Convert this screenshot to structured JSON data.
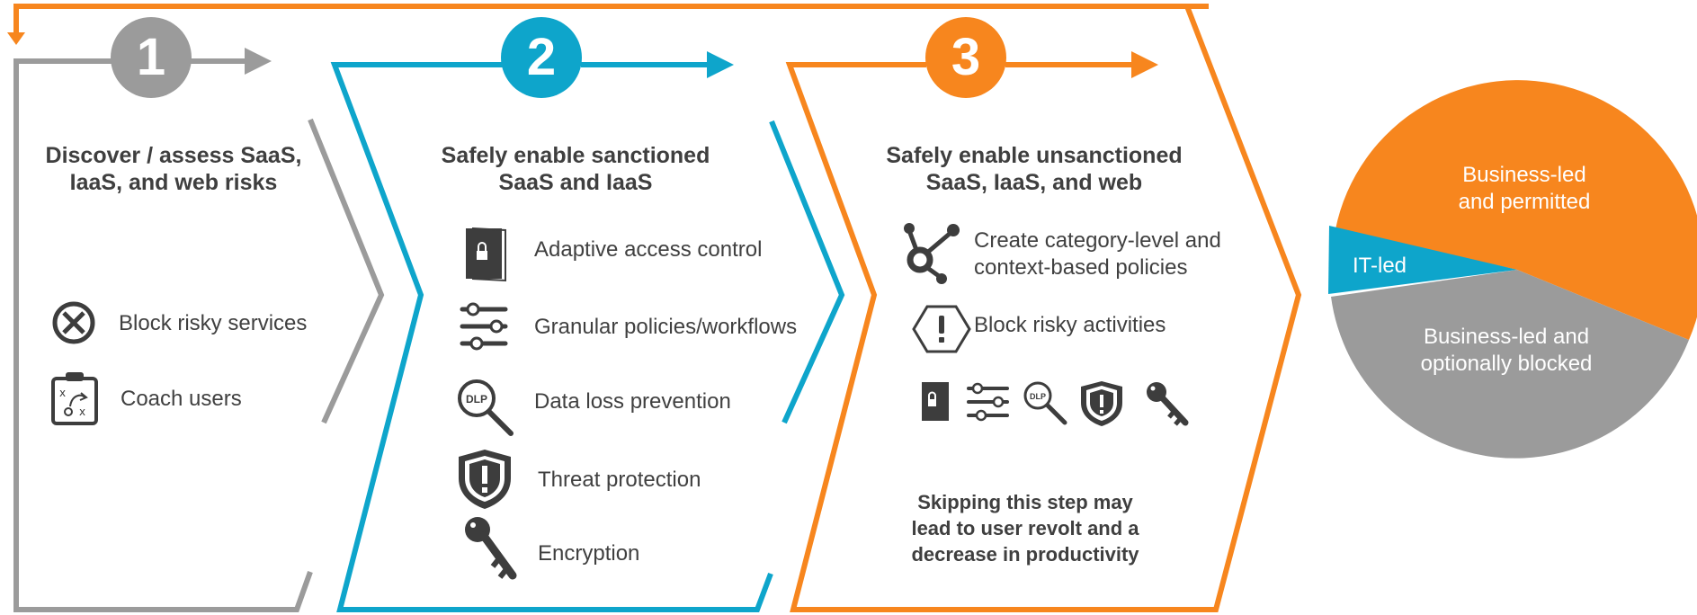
{
  "colors": {
    "step1": "#9b9b9b",
    "step2": "#0ea5cb",
    "step3": "#f7861e",
    "text": "#404040",
    "icon": "#3d3d3d"
  },
  "steps": [
    {
      "number": "1",
      "title_lines": [
        "Discover / assess SaaS,",
        "IaaS, and web risks"
      ],
      "items": [
        {
          "icon": "block-icon",
          "label": "Block risky services"
        },
        {
          "icon": "coach-clipboard-icon",
          "label": "Coach users"
        }
      ]
    },
    {
      "number": "2",
      "title_lines": [
        "Safely enable sanctioned",
        "SaaS and IaaS"
      ],
      "items": [
        {
          "icon": "lock-door-icon",
          "label": "Adaptive access control"
        },
        {
          "icon": "sliders-icon",
          "label": "Granular policies/workflows"
        },
        {
          "icon": "dlp-magnifier-icon",
          "label": "Data loss prevention"
        },
        {
          "icon": "shield-icon",
          "label": "Threat protection"
        },
        {
          "icon": "key-icon",
          "label": "Encryption"
        }
      ]
    },
    {
      "number": "3",
      "title_lines": [
        "Safely enable unsanctioned",
        "SaaS, IaaS, and web"
      ],
      "items": [
        {
          "icon": "network-nodes-icon",
          "label_lines": [
            "Create category-level and",
            "context-based policies"
          ]
        },
        {
          "icon": "warning-hexagon-icon",
          "label": "Block risky activities"
        }
      ],
      "mini_icons": [
        "lock-door-icon",
        "sliders-icon",
        "dlp-magnifier-icon",
        "shield-icon",
        "key-icon"
      ],
      "note_lines": [
        "Skipping this step may",
        "lead to user revolt and a",
        "decrease in productivity"
      ]
    }
  ],
  "dlp_text": "DLP",
  "pie": {
    "slices": [
      {
        "label_lines": [
          "Business-led",
          "and permitted"
        ],
        "color": "#f7861e"
      },
      {
        "label_lines": [
          "IT-led"
        ],
        "color": "#0ea5cb"
      },
      {
        "label_lines": [
          "Business-led and",
          "optionally blocked"
        ],
        "color": "#9b9b9b"
      }
    ]
  }
}
